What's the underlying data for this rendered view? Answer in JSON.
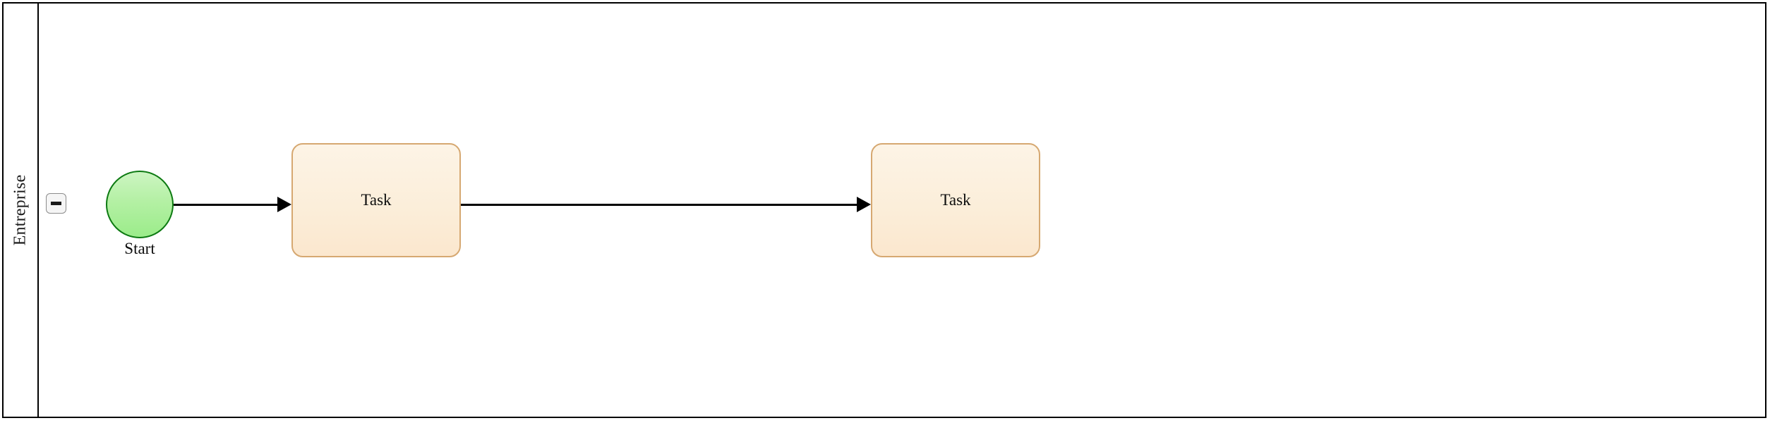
{
  "diagram": {
    "type": "bpmn-process",
    "title": "",
    "background_color": "#ffffff"
  },
  "pool": {
    "name": "pool",
    "border_color": "#000000",
    "lane": {
      "title": "Entreprise",
      "title_orientation": "vertical-rotated-90",
      "collapse_toggle": {
        "icon": "minus-icon",
        "state": "expanded",
        "glyph": "−"
      }
    }
  },
  "elements": {
    "start_event": {
      "kind": "start-event",
      "label": "Start",
      "fill_color": "#b4f0a4",
      "border_color": "#0d7a12"
    },
    "tasks": [
      {
        "id": "task-1",
        "kind": "task",
        "label": "Task",
        "fill_color": "#fbeeda",
        "border_color": "#d6a871"
      },
      {
        "id": "task-2",
        "kind": "task",
        "label": "Task",
        "fill_color": "#fbeeda",
        "border_color": "#d6a871"
      }
    ]
  },
  "flows": [
    {
      "id": "flow-1",
      "kind": "sequence-flow",
      "from": "start_event",
      "to": "task-1",
      "label": "",
      "color": "#000000"
    },
    {
      "id": "flow-2",
      "kind": "sequence-flow",
      "from": "task-1",
      "to": "task-2",
      "label": "",
      "color": "#000000"
    }
  ]
}
